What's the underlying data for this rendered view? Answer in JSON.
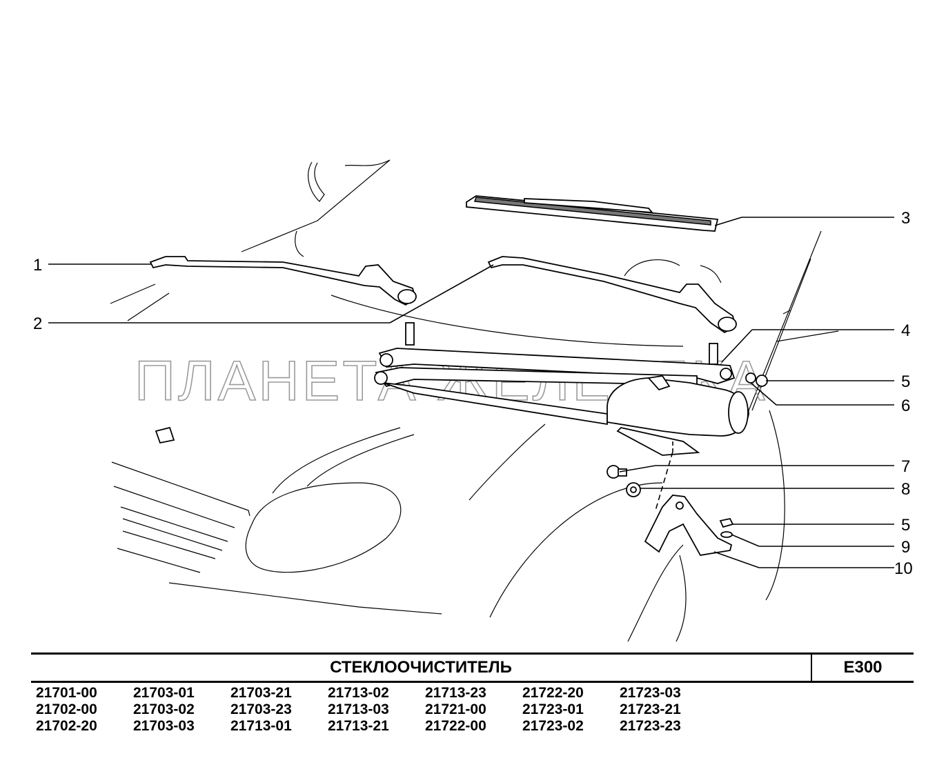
{
  "watermark": "ПЛАНЕТА ЖЕЛЕЗЯКА",
  "callouts": [
    "1",
    "2",
    "3",
    "4",
    "5",
    "6",
    "7",
    "8",
    "5",
    "9",
    "10"
  ],
  "title": "СТЕКЛООЧИСТИТЕЛЬ",
  "code": "E300",
  "models": [
    [
      "21701-00",
      "21702-00",
      "21702-20"
    ],
    [
      "21703-01",
      "21703-02",
      "21703-03"
    ],
    [
      "21703-21",
      "21703-23",
      "21713-01"
    ],
    [
      "21713-02",
      "21713-03",
      "21713-21"
    ],
    [
      "21713-23",
      "21721-00",
      "21722-00"
    ],
    [
      "21722-20",
      "21723-01",
      "21723-02"
    ],
    [
      "21723-03",
      "21723-21",
      "21723-23"
    ]
  ]
}
